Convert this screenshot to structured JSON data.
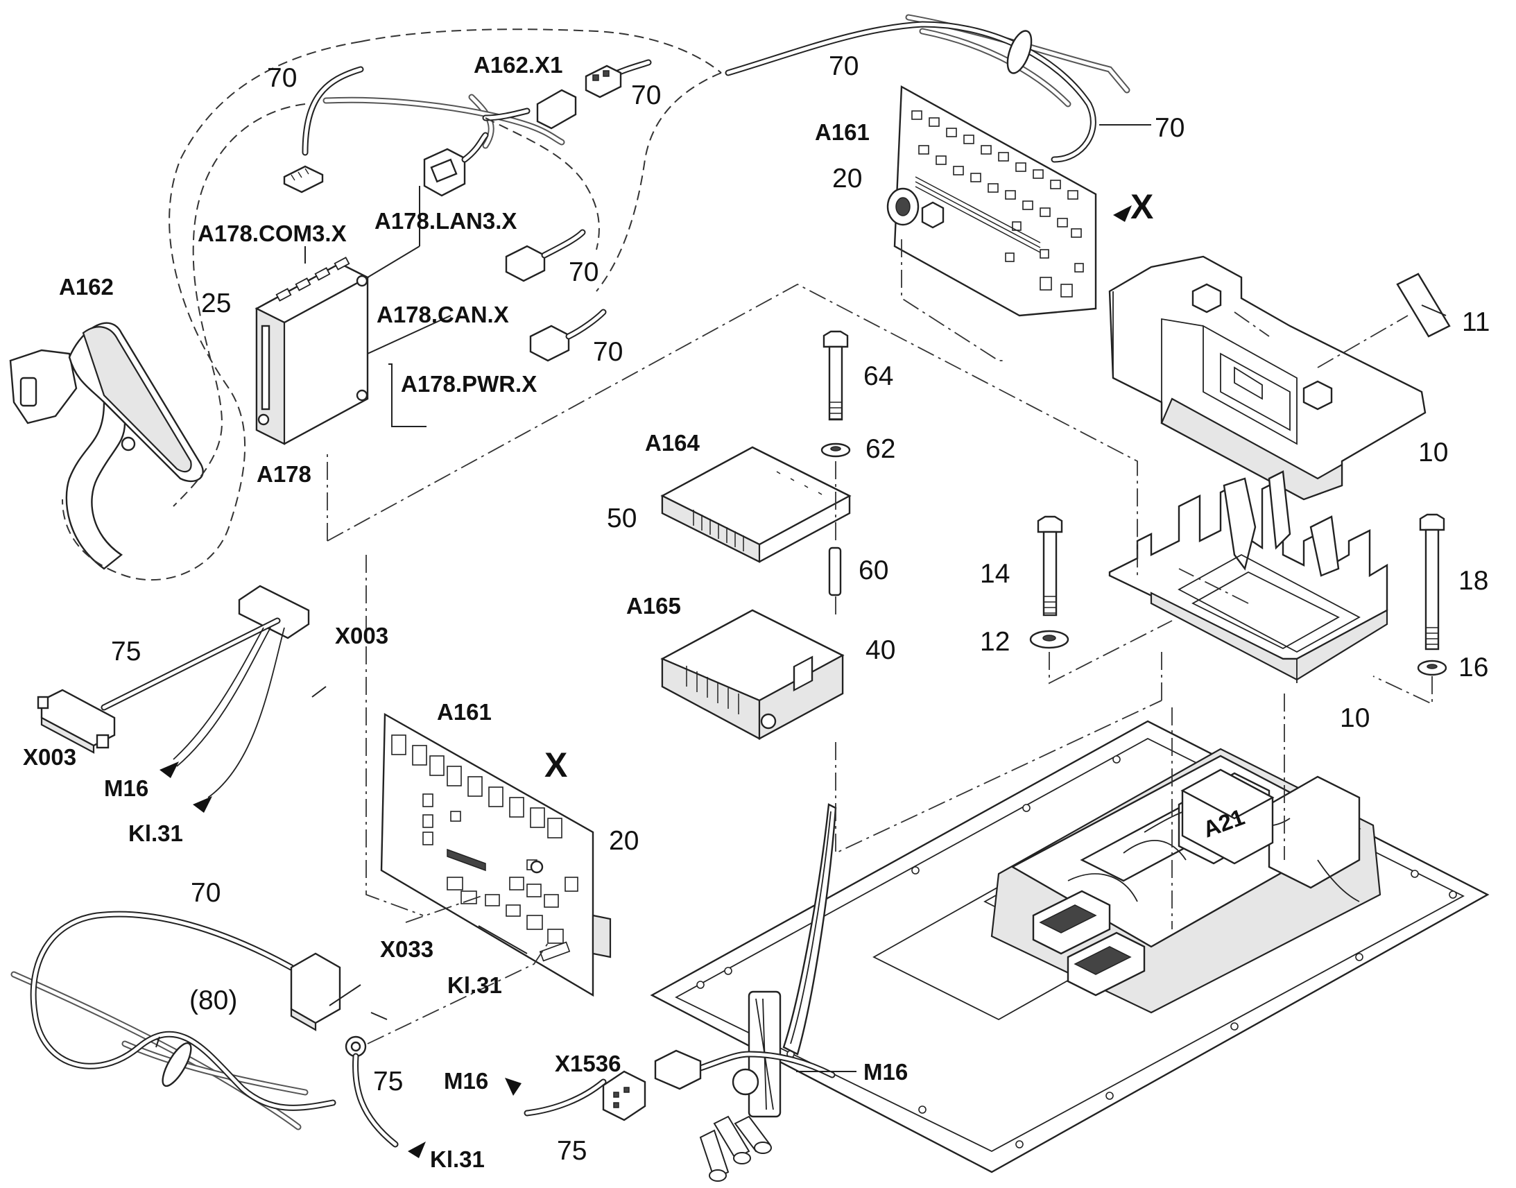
{
  "labels": {
    "l70a": "70",
    "l70b": "70",
    "l70c": "70",
    "l70d": "70",
    "l70e": "70",
    "l70f": "70",
    "l70g": "70",
    "a162x1": "A162.X1",
    "a161_top": "A161",
    "l20_top": "20",
    "x_top": "X",
    "a178com3": "A178.COM3.X",
    "a178lan3": "A178.LAN3.X",
    "a162": "A162",
    "l25": "25",
    "a178can": "A178.CAN.X",
    "a178pwr": "A178.PWR.X",
    "a178": "A178",
    "l64": "64",
    "l62": "62",
    "a164": "A164",
    "l50": "50",
    "l60": "60",
    "a165": "A165",
    "l40": "40",
    "l11": "11",
    "l10_top": "10",
    "l14": "14",
    "l18": "18",
    "l12": "12",
    "l16": "16",
    "l10_bot": "10",
    "x003_right": "X003",
    "l75_left": "75",
    "x003_left": "X003",
    "m16_left": "M16",
    "kl31_left": "Kl.31",
    "a161_bot": "A161",
    "x_bot": "X",
    "l20_bot": "20",
    "a21": "A21",
    "x033": "X033",
    "kl31_mid": "Kl.31",
    "l80": "(80)",
    "l75_ring": "75",
    "kl31_bot": "Kl.31",
    "x1536": "X1536",
    "m16_bot": "M16",
    "l75_bot": "75",
    "m16_right": "M16"
  },
  "icons": {
    "arrow": "filled-arrowhead",
    "ring_terminal": "ring-terminal-icon"
  }
}
